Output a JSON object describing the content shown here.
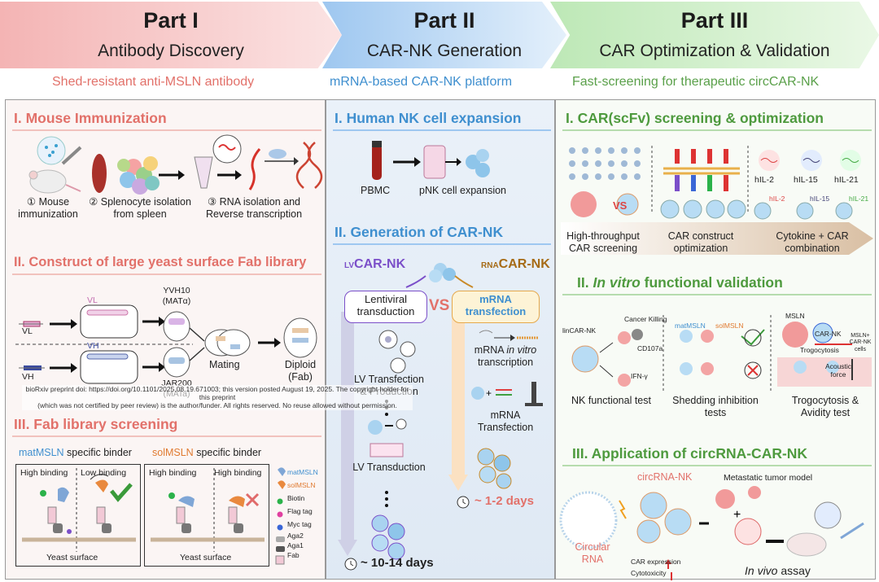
{
  "header": {
    "part1": {
      "title": "Part I",
      "subtitle": "Antibody Discovery",
      "tagline": "Shed-resistant anti-MSLN antibody"
    },
    "part2": {
      "title": "Part II",
      "subtitle": "CAR-NK Generation",
      "tagline": "mRNA-based CAR-NK platform"
    },
    "part3": {
      "title": "Part III",
      "subtitle": "CAR Optimization & Validation",
      "tagline": "Fast-screening for therapeutic circCAR-NK"
    }
  },
  "p1": {
    "s1": {
      "heading": "I. Mouse Immunization",
      "step1": "① Mouse immunization",
      "step2": "② Splenocyte isolation from spleen",
      "step3": "③ RNA isolation and Reverse transcription"
    },
    "s2": {
      "heading": "II. Construct of large yeast surface Fab library",
      "vl": "VL",
      "vh": "VH",
      "vl_plasmid": "VL",
      "vh_plasmid": "VH",
      "yvh": "YVH10 (MATα)",
      "jar": "JAR200 (MATa)",
      "mating": "Mating",
      "diploid": "Diploid (Fab)"
    },
    "watermark_line1": "bioRxiv preprint doi: https://doi.org/10.1101/2025.08.19.671003; this version posted August 19, 2025. The copyright holder for this preprint",
    "watermark_line2": "(which was not certified by peer review) is the author/funder. All rights reserved. No reuse allowed without permission.",
    "s3": {
      "heading": "III. Fab library screening",
      "mat_label_a": "matMSLN",
      "mat_label_b": " specific binder",
      "sol_label_a": "solMSLN",
      "sol_label_b": " specific binder",
      "high1": "High binding",
      "low1": "Low binding",
      "high2": "High binding",
      "high3": "High binding",
      "yeast1": "Yeast surface",
      "yeast2": "Yeast surface",
      "legend": [
        "matMSLN",
        "solMSLN",
        "Biotin",
        "Flag tag",
        "Myc tag",
        "Aga2",
        "Aga1",
        "Fab"
      ]
    }
  },
  "p2": {
    "s1": {
      "heading": "I. Human NK cell expansion",
      "pbmc": "PBMC",
      "pnk": "pNK cell expansion"
    },
    "s2": {
      "heading": "II. Generation of CAR-NK",
      "lv_sub": "LV",
      "lv_main": "CAR-NK",
      "rna_sub": "RNA",
      "rna_main": "CAR-NK",
      "lenti": "Lentiviral transduction",
      "vs": "VS",
      "mrna": "mRNA transfection",
      "lv_tp": "LV Transfection & Production",
      "lv_td": "LV Transduction",
      "mrna_ivt_a": "mRNA ",
      "mrna_ivt_b": "in vitro",
      "mrna_ivt_c": " transcription",
      "mrna_tf": "mRNA Transfection",
      "days_mrna": "~ 1-2 days",
      "days_lv": "~ 10-14 days"
    }
  },
  "p3": {
    "s1": {
      "heading": "I. CAR(scFv) screening & optimization",
      "il2": "hIL-2",
      "il15": "hIL-15",
      "il21": "hIL-21",
      "il2s": "hIL-2",
      "il15s": "hIL-15",
      "il21s": "hIL-21",
      "vs": "VS",
      "c1": "High-throughput CAR screening",
      "c2": "CAR construct optimization",
      "c3": "Cytokine + CAR combination"
    },
    "s2": {
      "heading_a": "II. ",
      "heading_b": "In vitro",
      "heading_c": " functional validation",
      "lincar": "linCAR-NK",
      "killing": "Cancer Killing",
      "cd107": "CD107a",
      "ifn": "IFN-γ",
      "mat": "matMSLN",
      "sol": "solMSLN",
      "msln": "MSLN",
      "carnk": "CAR-NK",
      "trogo": "Trogocytosis",
      "msln_plus": "MSLN+ CAR-NK cells",
      "acoustic": "Acoustic force",
      "t1": "NK functional test",
      "t2": "Shedding inhibition tests",
      "t3": "Trogocytosis & Avidity test"
    },
    "s3": {
      "heading": "III. Application of circRNA-CAR-NK",
      "circnk": "circRNA-NK",
      "model": "Metastatic tumor model",
      "circ": "Circular RNA",
      "expr": "CAR expression",
      "cyto": "Cytotoxicity",
      "invivo_a": "In vivo",
      "invivo_b": " assay"
    }
  },
  "colors": {
    "part1": "#f4b4b4",
    "part2": "#9ec7f0",
    "part3": "#bde8b6",
    "red": "#e2716a",
    "blue": "#3f8fcf",
    "green": "#4e9a3e"
  }
}
